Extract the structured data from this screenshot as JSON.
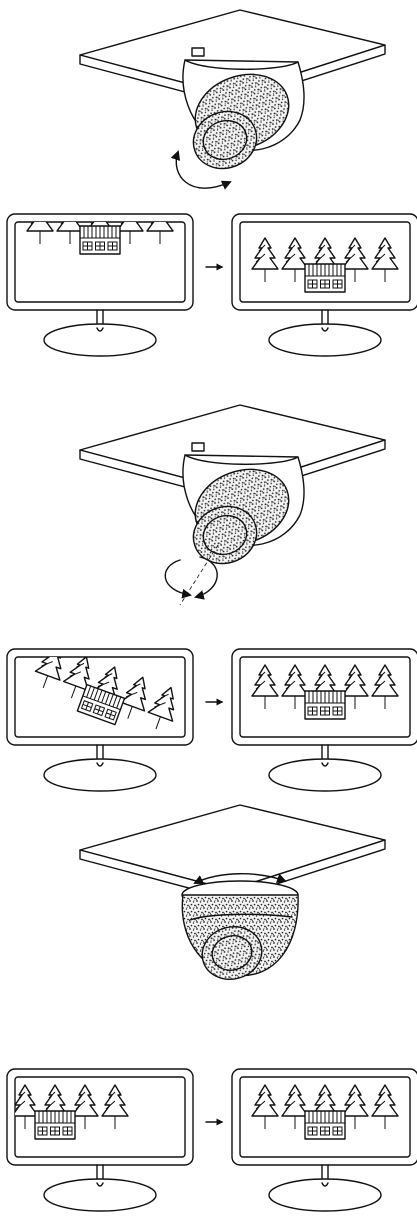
{
  "figure": {
    "steps": [
      {
        "id": "tilt",
        "motion": "tilt",
        "before_view": "scene-shifted-up",
        "after_view": "scene-centered"
      },
      {
        "id": "rotate",
        "motion": "rotate",
        "before_view": "scene-tilted",
        "after_view": "scene-centered"
      },
      {
        "id": "pan",
        "motion": "pan",
        "before_view": "scene-shifted-left",
        "after_view": "scene-centered"
      }
    ],
    "colors": {
      "line": "#111111",
      "background": "#ffffff",
      "texture": "#222222"
    }
  }
}
